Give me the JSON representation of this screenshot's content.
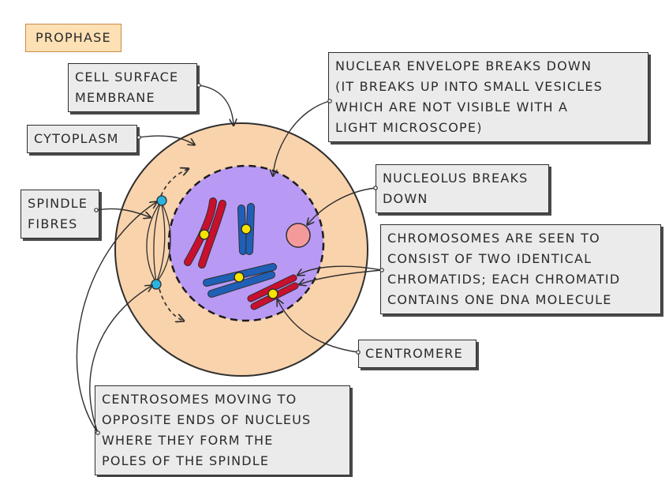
{
  "title": "PROPHASE",
  "labels": {
    "cell_membrane": [
      "CELL SURFACE",
      "MEMBRANE"
    ],
    "cytoplasm": [
      "CYTOPLASM"
    ],
    "nuclear_envelope": [
      "NUCLEAR ENVELOPE BREAKS DOWN",
      "(IT BREAKS UP INTO SMALL VESICLES",
      "WHICH ARE NOT VISIBLE WITH A",
      "LIGHT MICROSCOPE)"
    ],
    "nucleolus": [
      "NUCLEOLUS BREAKS",
      "DOWN"
    ],
    "spindle": [
      "SPINDLE",
      "FIBRES"
    ],
    "chromosomes": [
      "CHROMOSOMES ARE SEEN TO",
      "CONSIST OF TWO IDENTICAL",
      "CHROMATIDS; EACH CHROMATID",
      "CONTAINS ONE DNA MOLECULE"
    ],
    "centromere": [
      "CENTROMERE"
    ],
    "centrosomes": [
      "CENTROSOMES MOVING TO",
      "OPPOSITE ENDS OF NUCLEUS",
      "WHERE THEY FORM THE",
      "POLES OF THE SPINDLE"
    ]
  },
  "colors": {
    "title_fill": "#fde0b4",
    "cytoplasm": "#f9d3ac",
    "nucleus": "#b89af5",
    "chromosome_red": "#c8102e",
    "chromosome_blue": "#1f5fb5",
    "centromere": "#f5e400",
    "nucleolus": "#f59a9a",
    "centrosome": "#2bb3e0"
  }
}
